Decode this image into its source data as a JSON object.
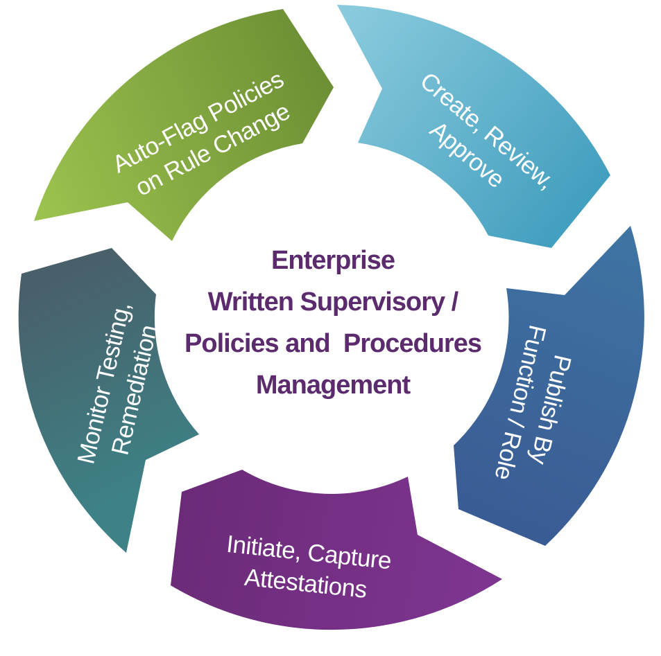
{
  "center": {
    "lines": [
      "Enterprise",
      "Written Supervisory /",
      "Policies and  Procedures",
      "Management"
    ],
    "text_color": "#5B2B6E"
  },
  "label_text_color": "#FFFFFF",
  "segments": [
    {
      "name": "create-review-approve",
      "lines": [
        "Create, Review,",
        "Approve"
      ],
      "gradient": [
        "#89CADD",
        "#3E9CBD"
      ]
    },
    {
      "name": "publish-by-function-role",
      "lines": [
        "Publish By",
        "Function / Role"
      ],
      "gradient": [
        "#3E73A2",
        "#3A5A93"
      ]
    },
    {
      "name": "initiate-capture-attestations",
      "lines": [
        "Initiate, Capture",
        "Attestations"
      ],
      "gradient": [
        "#7D3590",
        "#6C2B79"
      ]
    },
    {
      "name": "monitor-testing-remediation",
      "lines": [
        "Monitor Testing,",
        "Remediation"
      ],
      "gradient": [
        "#49606A",
        "#3D8287"
      ]
    },
    {
      "name": "auto-flag-policies-on-rule-change",
      "lines": [
        "Auto-Flag Policies",
        "on Rule Change"
      ],
      "gradient": [
        "#9CC24E",
        "#6E9035"
      ]
    }
  ]
}
